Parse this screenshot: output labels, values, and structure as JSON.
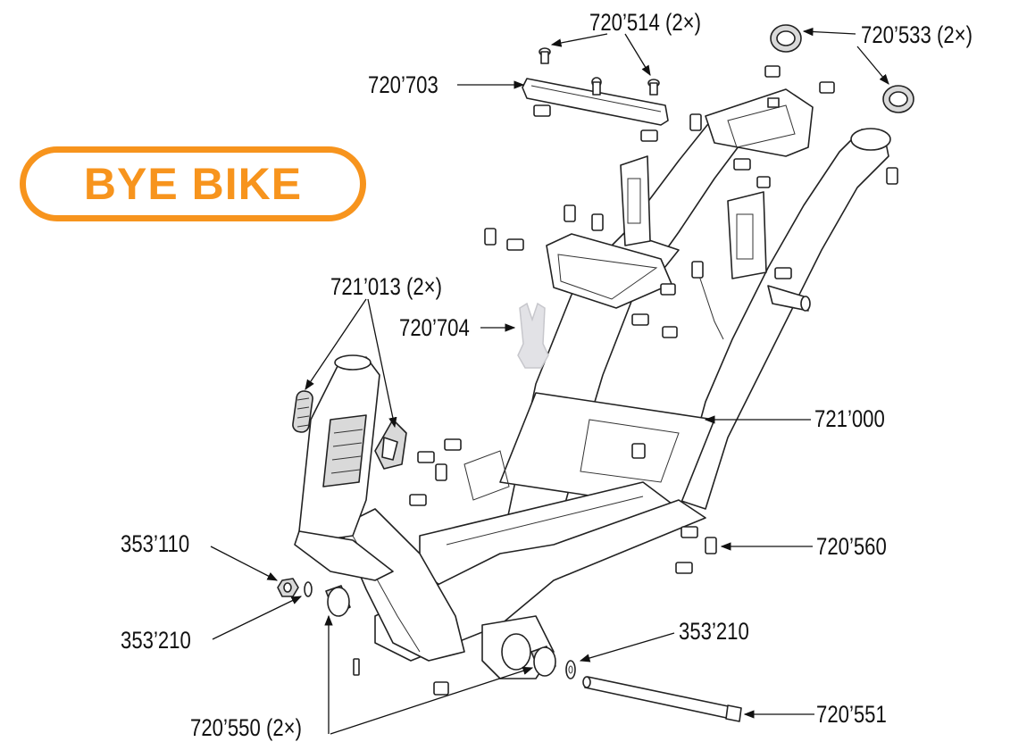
{
  "logo": {
    "text": "BYE BIKE",
    "color": "#f7941d"
  },
  "callouts": {
    "p720_514": "720’514 (2×)",
    "p720_533": "720’533 (2×)",
    "p720_703": "720’703",
    "p721_013": "721’013 (2×)",
    "p720_704": "720’704",
    "p721_000": "721’000",
    "p353_110": "353’110",
    "p720_560": "720’560",
    "p353_210_left": "353’210",
    "p353_210_right": "353’210",
    "p720_550": "720’550 (2×)",
    "p720_551": "720’551"
  },
  "icons": {
    "part-illustrations": "frame-exploded-view"
  }
}
